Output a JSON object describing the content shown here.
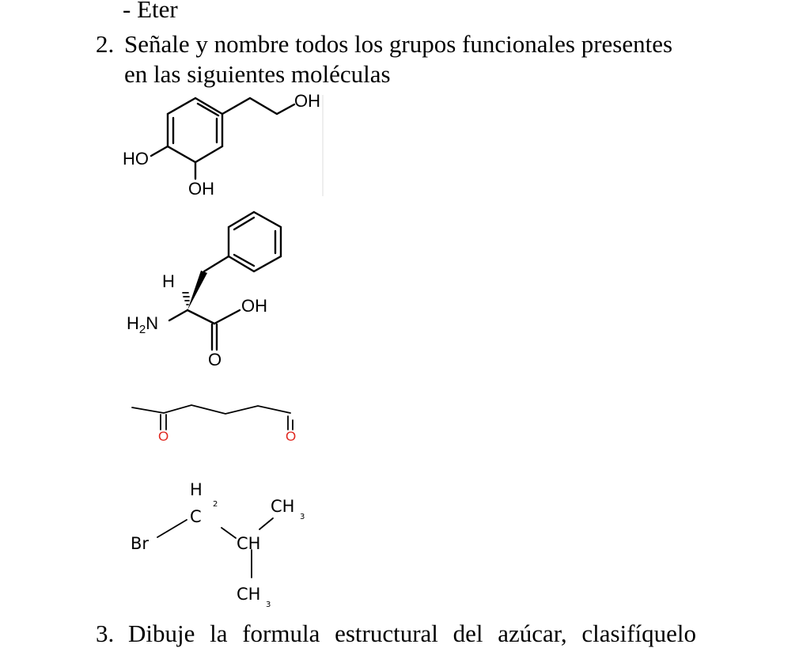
{
  "document": {
    "line_eter": "- Éter",
    "q2_number": "2.",
    "q2_line1": "Señale y nombre todos los grupos funcionales presentes",
    "q2_line2": "en las siguientes moléculas",
    "q3_number": "3.",
    "q3_text": "Dibuje la formula estructural del azúcar, clasifíquelo"
  },
  "molecules": {
    "m1": {
      "oh_top": "OH",
      "ho_left": "HO",
      "oh_bottom": "OH"
    },
    "m2": {
      "h": "H",
      "h2n_H": "H",
      "h2n_2": "2",
      "h2n_N": "N",
      "oh": "OH",
      "o": "O"
    },
    "m3": {
      "o_left": "O",
      "o_right": "O"
    },
    "m4": {
      "br": "Br",
      "h_top": "H",
      "h_sub": "2",
      "c": "C",
      "ch3_top": "CH",
      "ch3_top_sub": "3",
      "ch": "CH",
      "ch3_bottom": "CH",
      "ch3_bottom_sub": "3"
    }
  }
}
